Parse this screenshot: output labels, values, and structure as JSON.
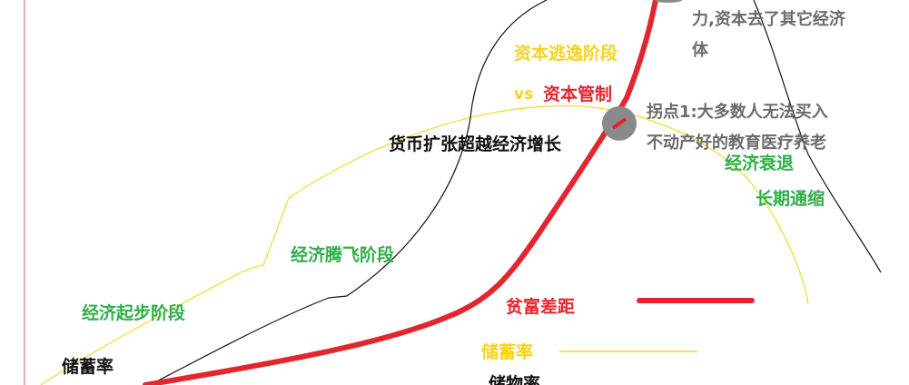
{
  "labels": {
    "capital_flight_stage": "资本逃逸阶段",
    "vs": "vs",
    "capital_controls": "资本管制",
    "money_expansion": "货币扩张超越经济增长",
    "inflection_text_line1": "拐点1:大多数人无法买入",
    "inflection_text_line2": "不动产好的教育医疗养老",
    "top_text_line1": "力,资本去了其它经济",
    "top_text_line2": "体",
    "economic_recession": "经济衰退",
    "long_term_deflation": "长期通缩",
    "economic_takeoff": "经济腾飞阶段",
    "economic_startup": "经济起步阶段",
    "wealth_gap": "贫富差距",
    "savings_rate_legend": "储蓄率",
    "savings_rate_bottom": "储蓄率",
    "cut_off_bottom": "储物率"
  },
  "colors": {
    "red_curve": "#e3262e",
    "black_curve": "#111111",
    "yellow_curve": "#f2dc3a",
    "node_fill": "#8a8a8a",
    "green_text": "#2fae4a",
    "gray_text": "#6b6b6b"
  }
}
